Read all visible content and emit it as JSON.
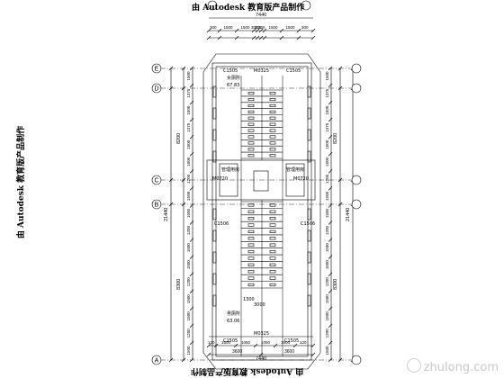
{
  "watermark": "由 Autodesk 教育版产品制作",
  "brand": "zhulong.com",
  "grid_axes": [
    "E",
    "D",
    "C",
    "B",
    "A"
  ],
  "total_width": "7440",
  "top_dims": [
    "300",
    "1500",
    "1500",
    "300",
    "300",
    "300",
    "1500",
    "1500",
    "300"
  ],
  "bottom_dims_row1": [
    "120",
    "1500",
    "1050",
    "1050",
    "1500",
    "120"
  ],
  "bottom_dims_row2": [
    "3600",
    "3600"
  ],
  "left_overall": "21440",
  "right_overall": "21440",
  "left_upper": "8200",
  "left_lower": "8300",
  "left_dims": [
    "1500",
    "1375",
    "1500",
    "1375",
    "1500",
    "1500",
    "1200",
    "1500",
    "1500",
    "1200",
    "1500",
    "1500",
    "1200",
    "1500",
    "1500",
    "1200",
    "1500"
  ],
  "right_dims": [
    "1500",
    "1375",
    "1500",
    "1375",
    "1500",
    "1500",
    "1200",
    "1500",
    "1500",
    "1200",
    "1500",
    "1500",
    "1200",
    "1500",
    "1500",
    "1200",
    "1500"
  ],
  "room_labels": {
    "female_wc": "女厕所",
    "female_area": "67.83",
    "male_wc": "男厕所",
    "male_area": "63.06",
    "mgmt_left": "管理用房",
    "mgmt_right": "管理用房"
  },
  "door_codes": {
    "top_main": "M0325",
    "bottom_main": "M0325",
    "c1505_tl": "C1505",
    "c1505_tr": "C1505",
    "c1505_bl": "C1505",
    "c1505_br": "C1505",
    "m0720": "M0720",
    "m0720b": "M0720",
    "c1506_l": "C1506",
    "c1506_r": "C1506"
  },
  "inner_dims": {
    "corridor_w": "3000",
    "stall_depth": "1300"
  }
}
